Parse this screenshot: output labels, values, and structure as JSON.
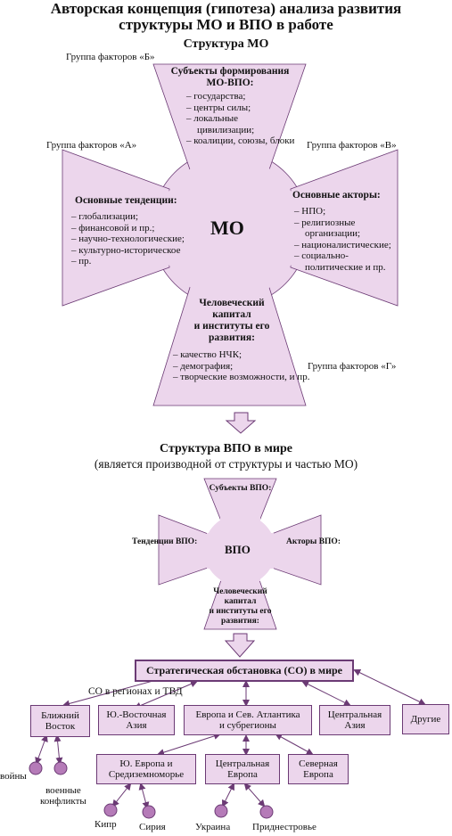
{
  "title": {
    "line1": "Авторская концепция (гипотеза) анализа развития",
    "line2": "структуры МО и ВПО в работе"
  },
  "mo": {
    "heading": "Структура МО",
    "center": "МО",
    "factor_groups": {
      "b": "Группа факторов «Б»",
      "a": "Группа факторов «А»",
      "v": "Группа факторов «В»",
      "g": "Группа факторов «Г»"
    },
    "top": {
      "heading": [
        "Субъекты формирования",
        "МО-ВПО:"
      ],
      "items": [
        "государства;",
        "центры силы;",
        "локальные цивилизации;",
        "коалиции, союзы, блоки"
      ]
    },
    "left": {
      "heading": "Основные тенденции:",
      "items": [
        "глобализации;",
        "финансовой и пр.;",
        "научно-технологические;",
        "культурно-историческое",
        "пр."
      ]
    },
    "right": {
      "heading": "Основные акторы:",
      "items": [
        "НПО;",
        "религиозные организации;",
        "националистические;",
        "социально-политические и пр."
      ]
    },
    "bottom": {
      "heading": [
        "Человеческий",
        "капитал",
        "и институты его",
        "развития:"
      ],
      "items": [
        "качество НЧК;",
        "демография;",
        "творческие возможности, и пр."
      ]
    }
  },
  "vpo": {
    "heading": "Структура ВПО в мире",
    "subheading": "(является производной от структуры и частью МО)",
    "center": "ВПО",
    "top": "Субъекты ВПО:",
    "left": "Тенденции ВПО:",
    "right": "Акторы ВПО:",
    "bottom": [
      "Человеческий",
      "капитал",
      "и институты его",
      "развития:"
    ]
  },
  "so": {
    "main": "Стратегическая обстановка (СО) в мире",
    "regions_label": "СО в регионах и ТВД",
    "regions": {
      "near_east": [
        "Ближний",
        "Восток"
      ],
      "se_asia": [
        "Ю.-Восточная",
        "Азия"
      ],
      "europe": [
        "Европа и Сев. Атлантика",
        "и субрегионы"
      ],
      "central_asia": [
        "Центральная",
        "Азия"
      ],
      "other": "Другие"
    },
    "subregions": {
      "south_europe": [
        "Ю. Европа и",
        "Средиземноморье"
      ],
      "central_europe": [
        "Центральная",
        "Европа"
      ],
      "north_europe": [
        "Северная",
        "Европа"
      ]
    },
    "leaves": {
      "wars": "войны",
      "conflicts": [
        "военные",
        "конфликты"
      ],
      "cyprus": "Кипр",
      "syria": "Сирия",
      "ukraine": "Украина",
      "transnistria": "Приднестровье"
    }
  },
  "colors": {
    "fill": "#ecd6ec",
    "stroke": "#6b3a74",
    "node": "#b57bb8"
  }
}
